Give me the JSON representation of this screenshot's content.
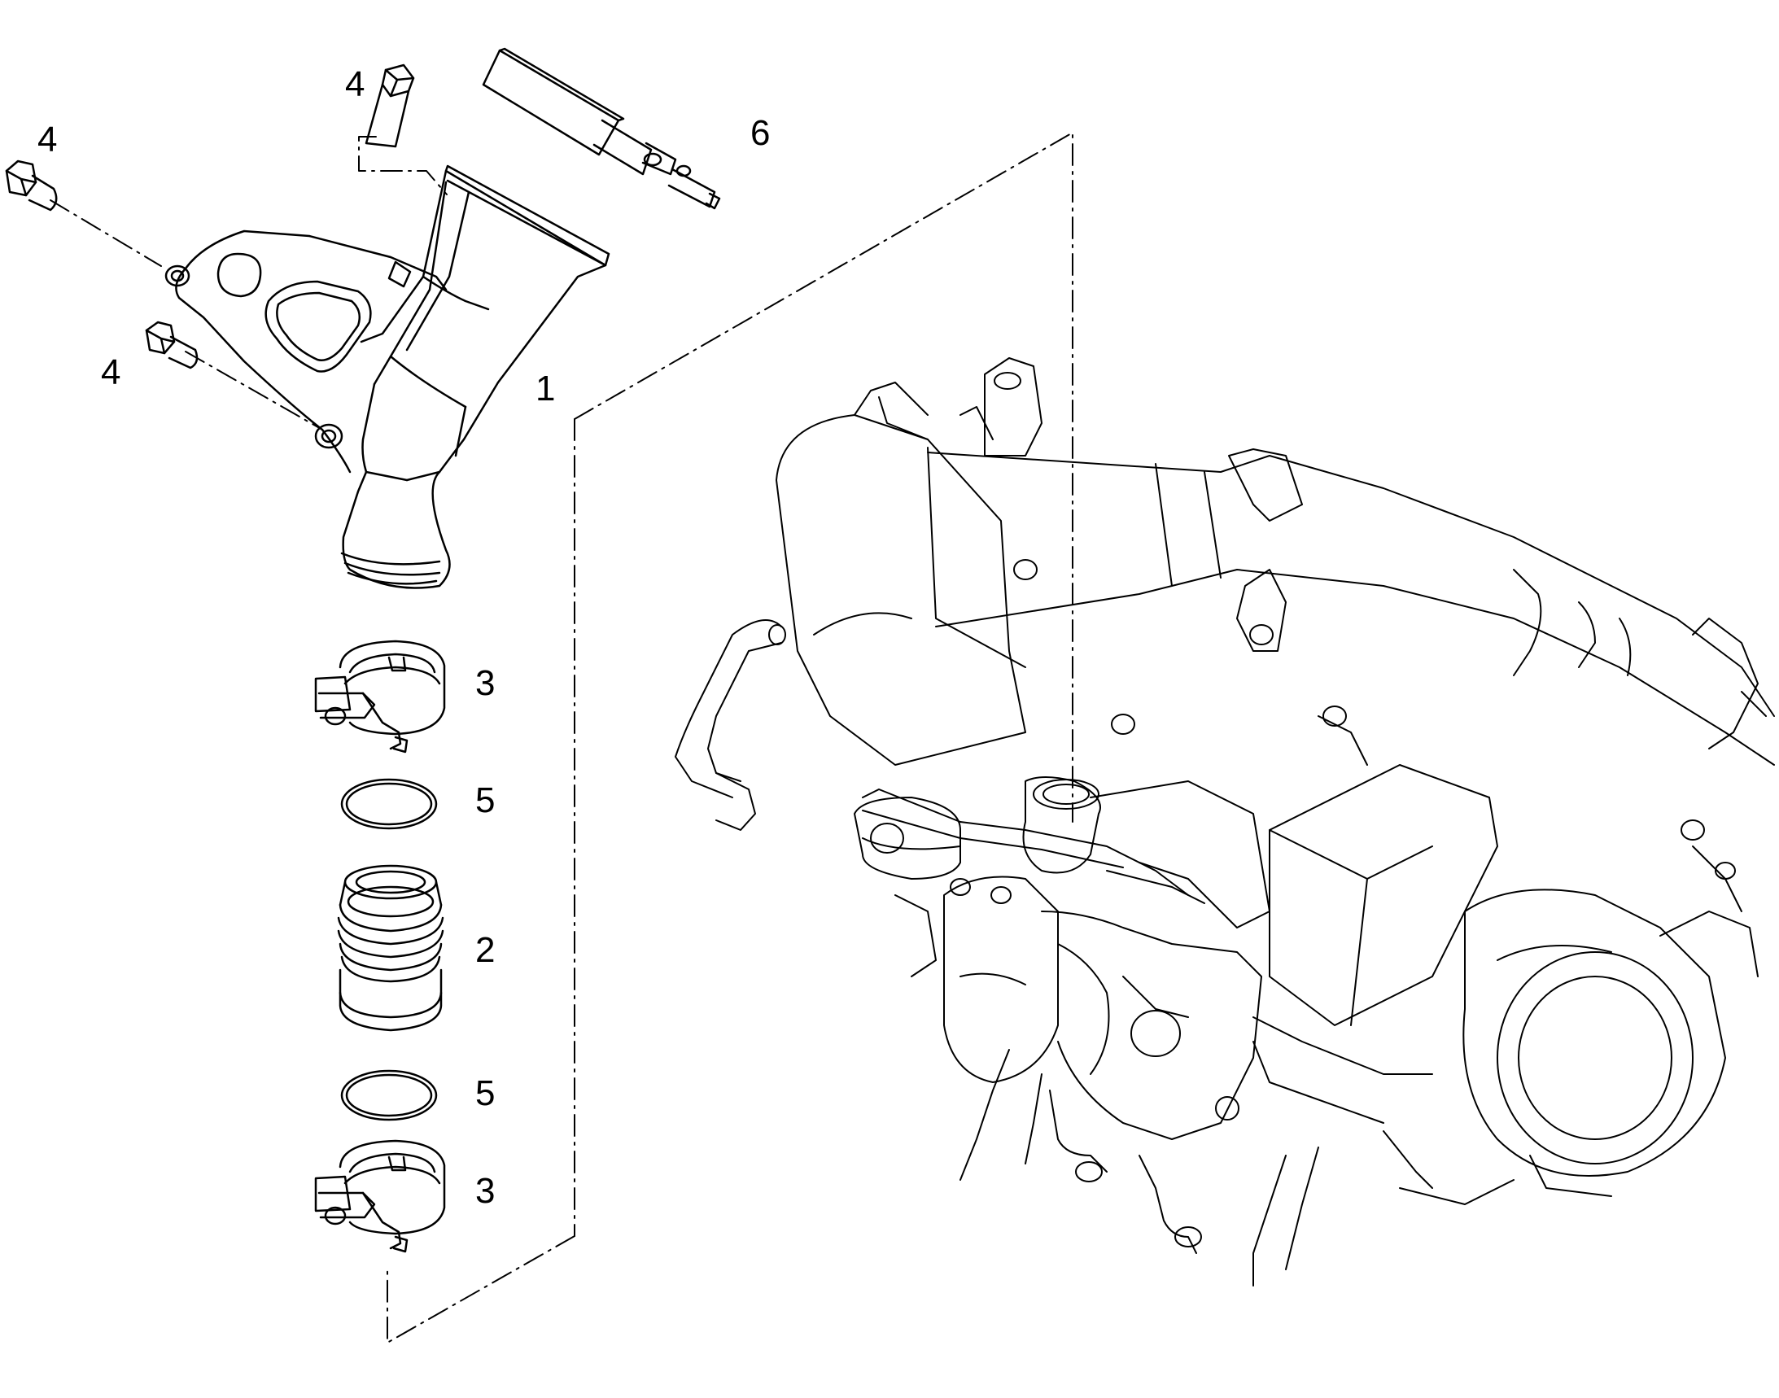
{
  "diagram": {
    "type": "exploded-parts-diagram",
    "line_color": "#000000",
    "background": "#ffffff",
    "callouts": [
      {
        "id": "c4a",
        "label": "4"
      },
      {
        "id": "c4b",
        "label": "4"
      },
      {
        "id": "c6",
        "label": "6"
      },
      {
        "id": "c4c",
        "label": "4"
      },
      {
        "id": "c1",
        "label": "1"
      },
      {
        "id": "c3a",
        "label": "3"
      },
      {
        "id": "c5a",
        "label": "5"
      },
      {
        "id": "c2",
        "label": "2"
      },
      {
        "id": "c5b",
        "label": "5"
      },
      {
        "id": "c3b",
        "label": "3"
      }
    ],
    "parts": [
      {
        "name": "intake-elbow",
        "callout": "1"
      },
      {
        "name": "rubber-sleeve",
        "callout": "2"
      },
      {
        "name": "hose-clamp",
        "callout": "3"
      },
      {
        "name": "flange-bolt",
        "callout": "4"
      },
      {
        "name": "o-ring",
        "callout": "5"
      },
      {
        "name": "sensor",
        "callout": "6"
      }
    ]
  }
}
